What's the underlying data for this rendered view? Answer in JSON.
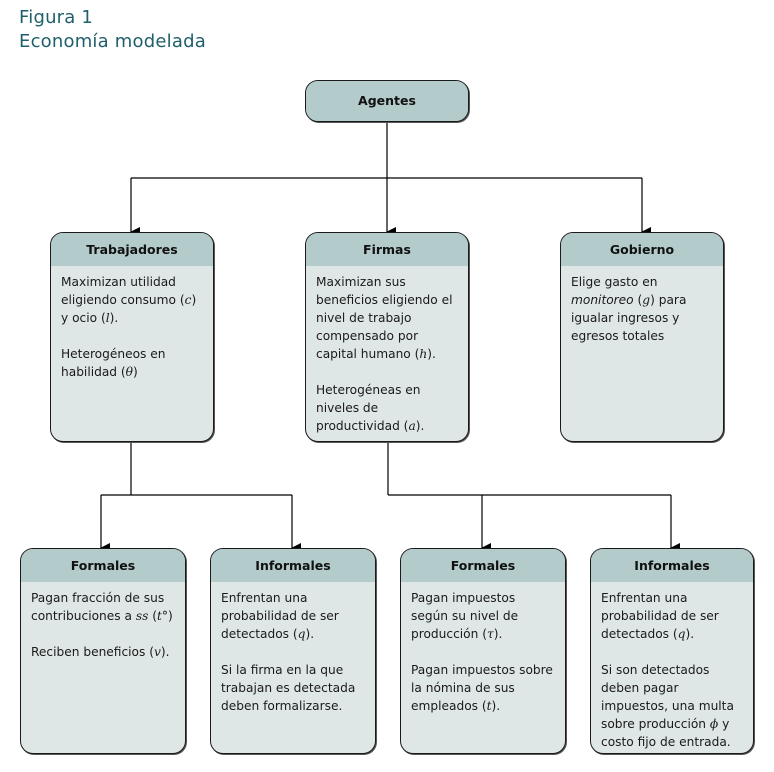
{
  "figure": {
    "label": "Figura 1",
    "caption": "Economía modelada"
  },
  "colors": {
    "title": "#1f5f6b",
    "header_fill": "#b3cbcb",
    "body_fill": "#dfe7e6",
    "stroke": "#1a1a1a"
  },
  "root": {
    "title": "Agentes"
  },
  "agents": [
    {
      "title": "Trabajadores",
      "paragraphs": [
        [
          "Maximizan utilidad eligiendo consumo (",
          {
            "math": "c"
          },
          ") y ocio (",
          {
            "math": "l"
          },
          ")."
        ],
        [
          "Heterogéneos en habilidad (",
          {
            "math": "θ"
          },
          ")"
        ]
      ]
    },
    {
      "title": "Firmas",
      "paragraphs": [
        [
          "Maximizan sus beneficios eligiendo el nivel de trabajo compensado por capital humano (",
          {
            "math": "h"
          },
          ")."
        ],
        [
          "Heterogéneas en niveles de productividad (",
          {
            "math": "a"
          },
          ")."
        ]
      ]
    },
    {
      "title": "Gobierno",
      "paragraphs": [
        [
          "Elige gasto en ",
          {
            "it": "monitoreo"
          },
          " (",
          {
            "math": "g"
          },
          ") para igualar ingresos y egresos totales"
        ]
      ]
    }
  ],
  "subtypes": [
    {
      "parent": "Trabajadores",
      "title": "Formales",
      "paragraphs": [
        [
          "Pagan fracción de sus contribuciones a ",
          {
            "math": "ss"
          },
          " (",
          {
            "math": "t°"
          },
          ")"
        ],
        [
          "Reciben beneficios (",
          {
            "math": "v"
          },
          ")."
        ]
      ]
    },
    {
      "parent": "Trabajadores",
      "title": "Informales",
      "paragraphs": [
        [
          "Enfrentan una probabilidad de ser detectados (",
          {
            "math": "q"
          },
          ")."
        ],
        [
          "Si la firma en la que trabajan es detectada deben formalizarse."
        ]
      ]
    },
    {
      "parent": "Firmas",
      "title": "Formales",
      "paragraphs": [
        [
          "Pagan impuestos según su nivel de producción (",
          {
            "math": "τ"
          },
          ")."
        ],
        [
          "Pagan impuestos sobre la nómina de sus empleados (",
          {
            "math": "t"
          },
          ")."
        ]
      ]
    },
    {
      "parent": "Firmas",
      "title": "Informales",
      "paragraphs": [
        [
          "Enfrentan una probabilidad de ser detectados (",
          {
            "math": "q"
          },
          ")."
        ],
        [
          "Si son detectados deben pagar impuestos, una multa sobre producción ",
          {
            "math": "ϕ"
          },
          " y costo fijo de entrada."
        ]
      ]
    }
  ]
}
